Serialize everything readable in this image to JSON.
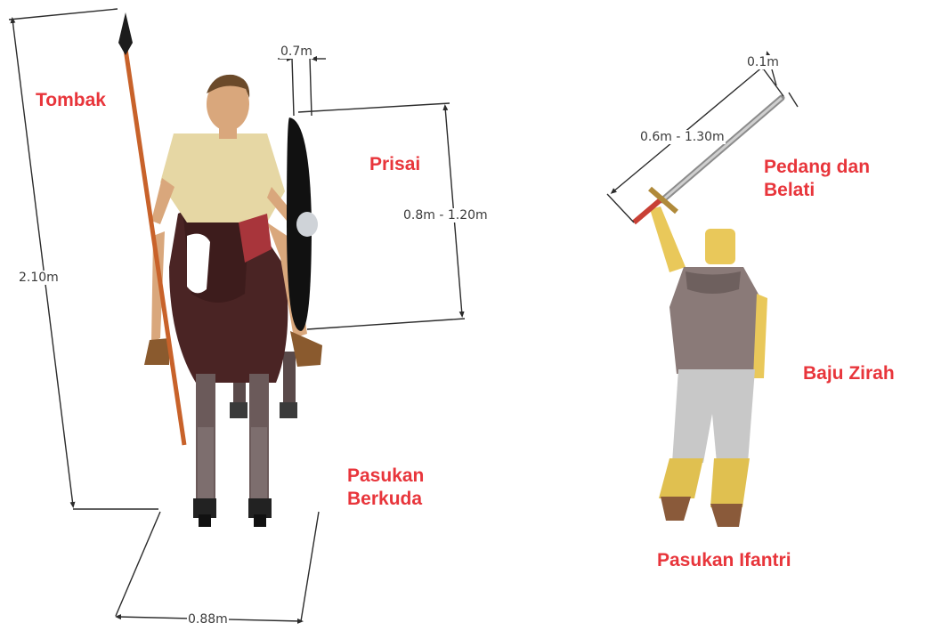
{
  "labels": {
    "spear": "Tombak",
    "shield": "Prisai",
    "cavalry": [
      "Pasukan",
      "Berkuda"
    ],
    "sword": [
      "Pedang dan",
      "Belati"
    ],
    "armor": "Baju Zirah",
    "infantry": "Pasukan Ifantri"
  },
  "dimensions": {
    "spear_length": "2.10m",
    "shield_width": "0.7m",
    "shield_height": "0.8m - 1.20m",
    "horse_width": "0.88m",
    "sword_width": "0.1m",
    "sword_length": "0.6m - 1.30m"
  },
  "colors": {
    "label": "#e8353b",
    "dimension_text": "#3a3a3a",
    "dimension_line": "#2b2b2b"
  }
}
